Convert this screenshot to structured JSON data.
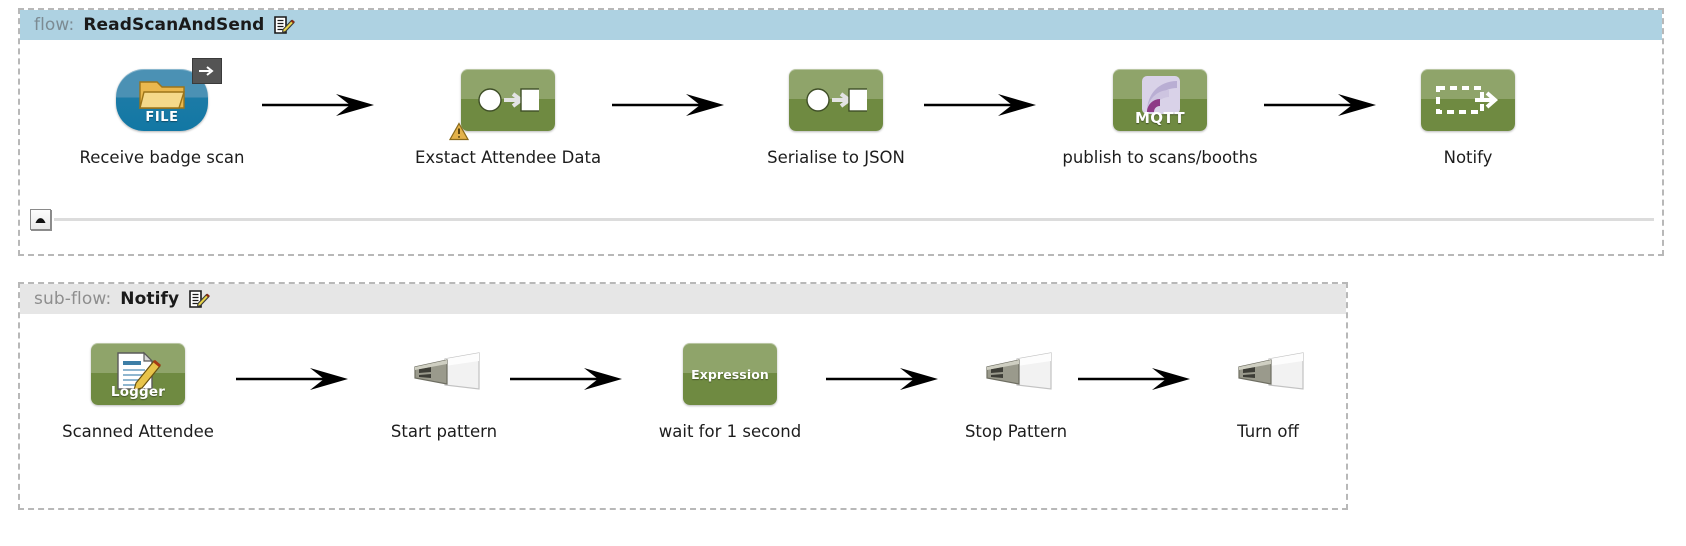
{
  "flows": [
    {
      "id": "flow-main",
      "kind_label": "flow:",
      "name": "ReadScanAndSend",
      "edit_icon": "edit-document-pencil-icon",
      "header_color": "#aed2e2",
      "has_collapse_bar": true,
      "nodes": [
        {
          "label": "Receive badge scan",
          "icon": "file-endpoint-icon",
          "badge": "inbound-arrow-badge"
        },
        {
          "label": "Exstact Attendee Data",
          "icon": "transform-message-icon",
          "badge": "warning-triangle-badge"
        },
        {
          "label": "Serialise to JSON",
          "icon": "transform-message-icon",
          "badge": "none"
        },
        {
          "label": "publish to scans/booths",
          "icon": "mqtt-connector-icon",
          "badge": "none"
        },
        {
          "label": "Notify",
          "icon": "flow-reference-icon",
          "badge": "none"
        }
      ]
    },
    {
      "id": "flow-sub",
      "kind_label": "sub-flow:",
      "name": "Notify",
      "edit_icon": "edit-document-pencil-icon",
      "header_color": "#e6e6e6",
      "has_collapse_bar": false,
      "nodes": [
        {
          "label": "Scanned Attendee",
          "icon": "logger-icon",
          "badge": "none"
        },
        {
          "label": "Start pattern",
          "icon": "usb-device-icon",
          "badge": "none"
        },
        {
          "label": "wait for 1 second",
          "icon": "expression-icon",
          "badge": "none"
        },
        {
          "label": "Stop Pattern",
          "icon": "usb-device-icon",
          "badge": "none"
        },
        {
          "label": "Turn off",
          "icon": "usb-device-icon",
          "badge": "none"
        }
      ]
    }
  ],
  "icon_text": {
    "file": "FILE",
    "mqtt": "MQTT",
    "logger": "Logger",
    "expression": "Expression"
  },
  "colors": {
    "flow_header": "#aed2e2",
    "subflow_header": "#e6e6e6",
    "node_green_light": "#8fa46a",
    "node_green_dark": "#6f8a41",
    "node_blue_light": "#4b91b4",
    "node_blue_dark": "#1277a4",
    "panel_border": "#b8b8b8",
    "label_text": "#1d1d1d",
    "kind_text": "#7c8b93"
  }
}
